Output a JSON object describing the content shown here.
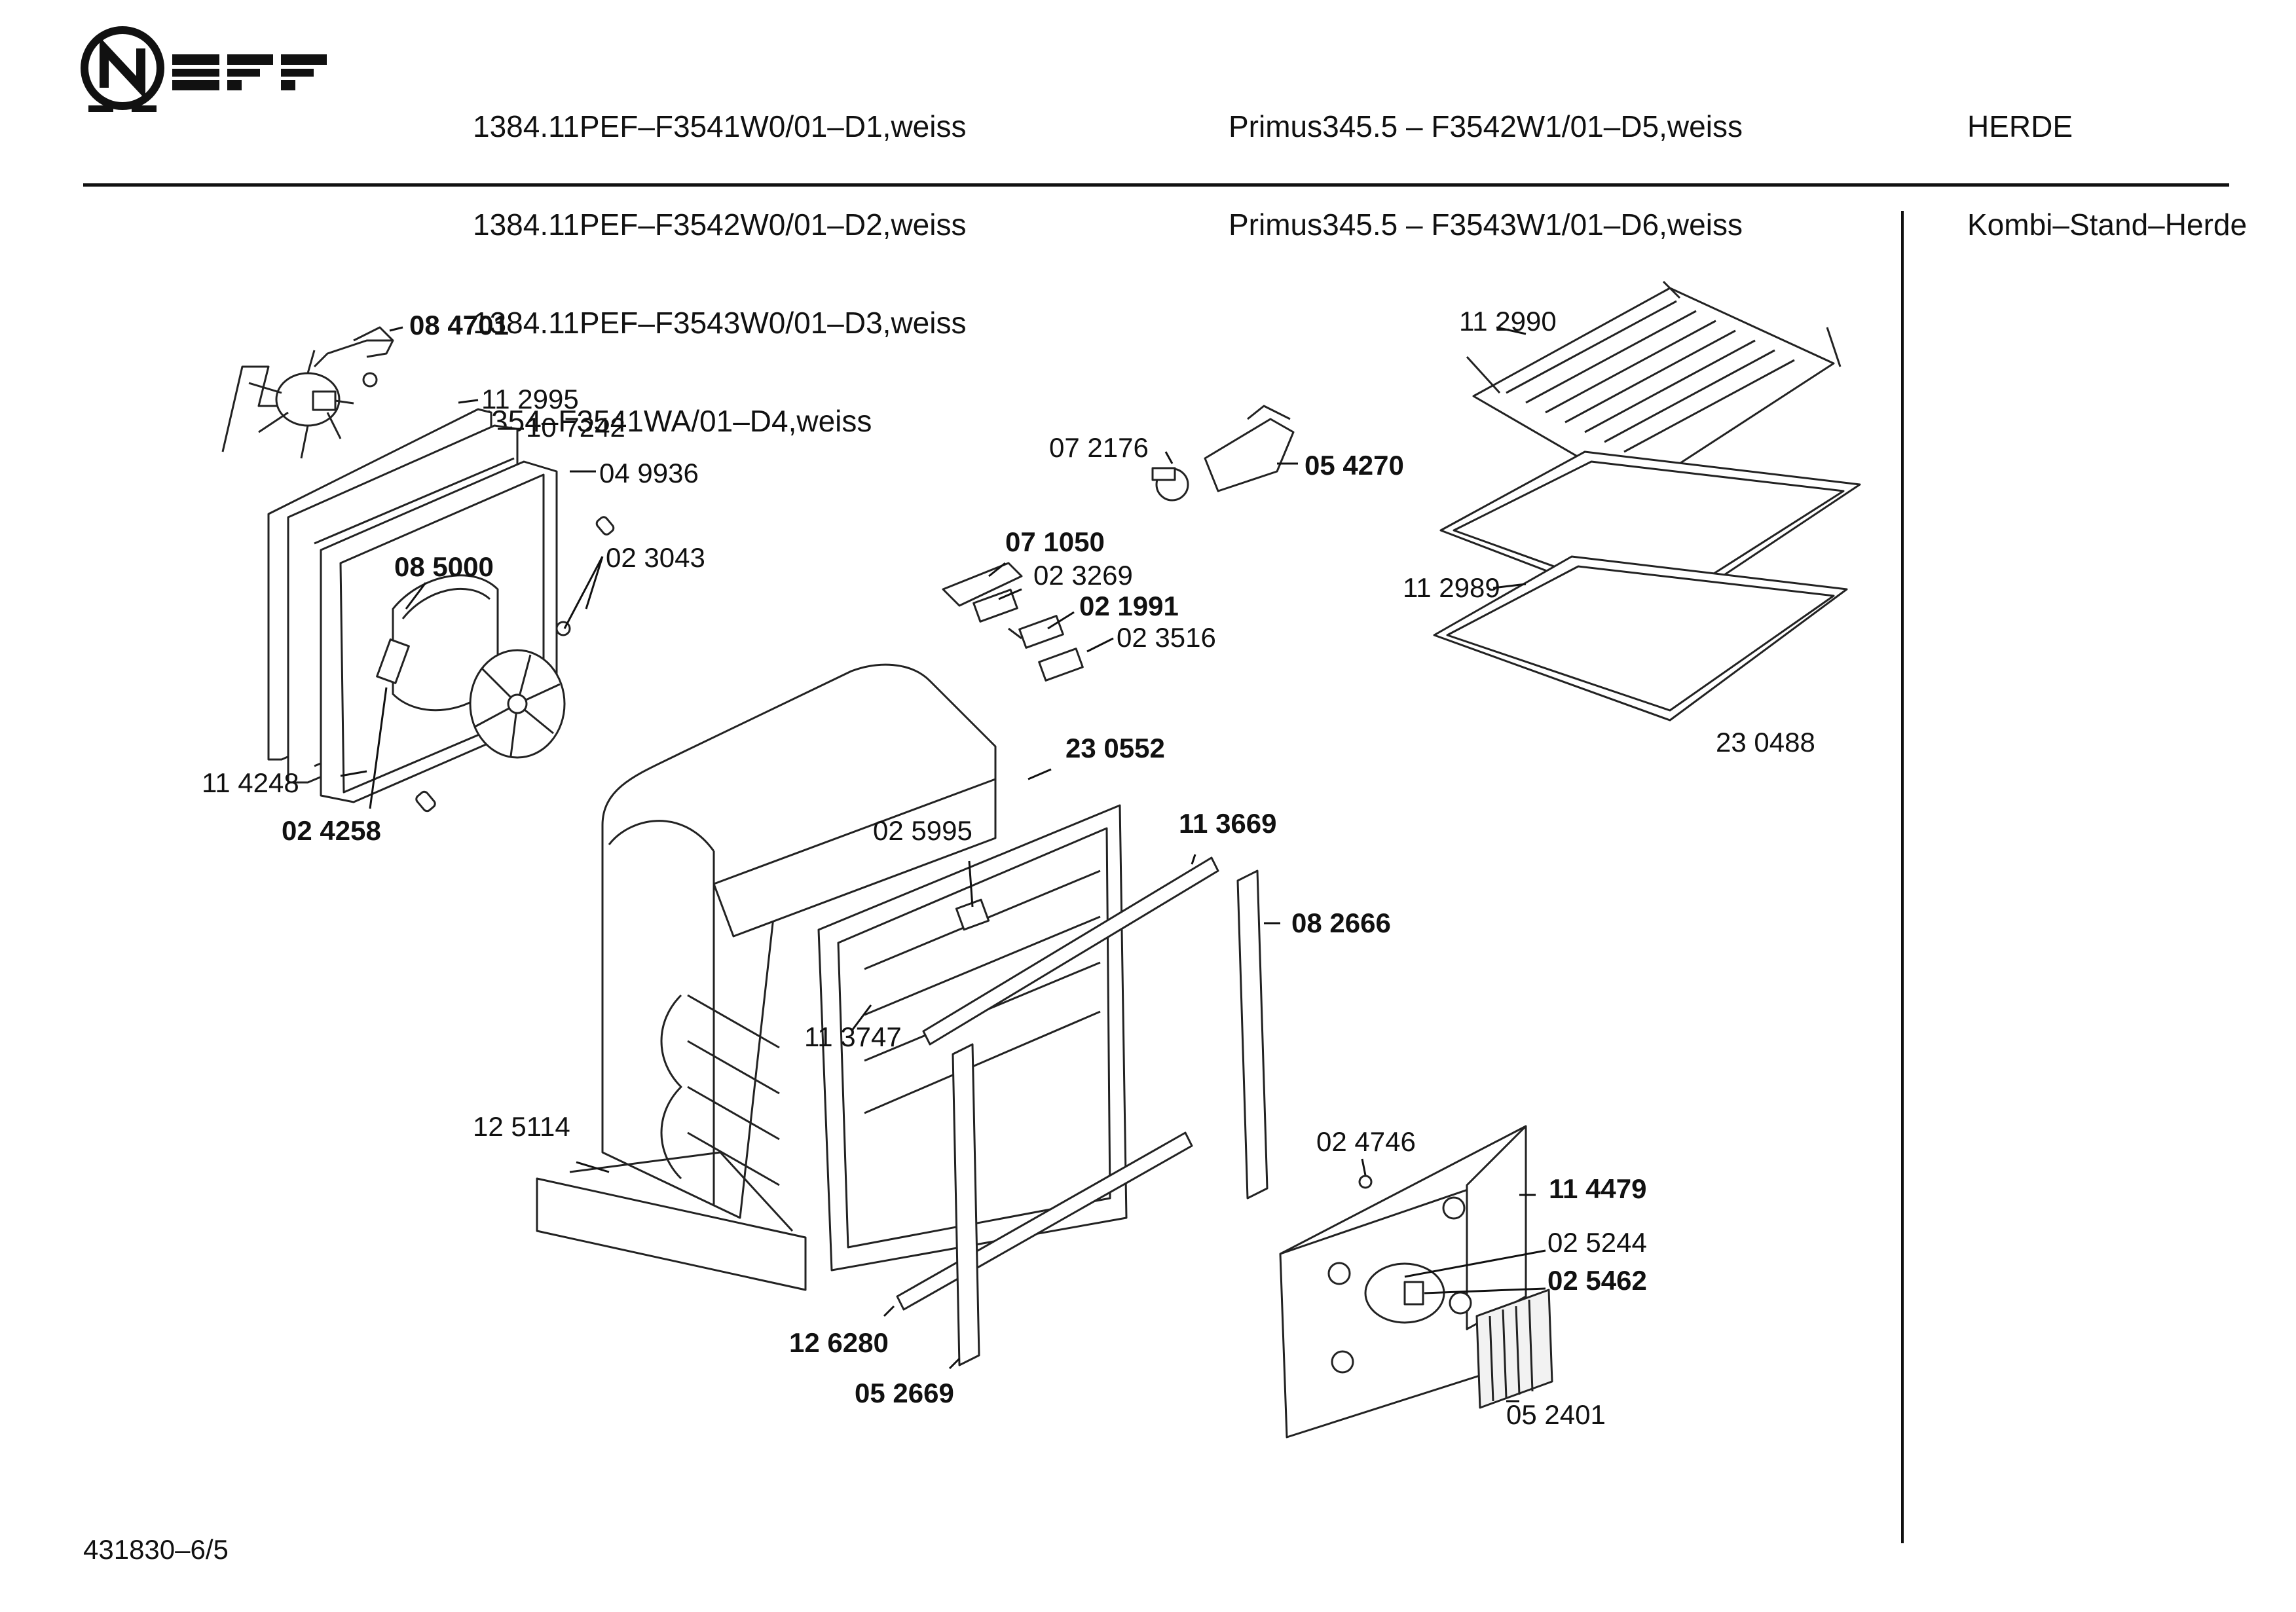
{
  "header": {
    "models_col1": [
      "1384.11PEF–F3541W0/01–D1,weiss",
      "1384.11PEF–F3542W0/01–D2,weiss",
      "1384.11PEF–F3543W0/01–D3,weiss",
      "F354–F3541WA/01–D4,weiss"
    ],
    "models_col2": [
      "Primus345.5 – F3542W1/01–D5,weiss",
      "Primus345.5 – F3543W1/01–D6,weiss"
    ],
    "category": [
      "HERDE",
      "Kombi–Stand–Herde"
    ]
  },
  "logo": {
    "text": "NEFF"
  },
  "part_labels": [
    "08 4701",
    "11 2995",
    "10 7242",
    "04 9936",
    "02 3043",
    "08 5000",
    "11 4248",
    "02 4258",
    "07 2176",
    "05 4270",
    "07 1050",
    "02 3269",
    "02 1991",
    "02 3516",
    "11 2990",
    "11 2989",
    "23 0488",
    "23 0552",
    "02 5995",
    "11 3669",
    "08 2666",
    "11 3747",
    "12 5114",
    "12 6280",
    "05 2669",
    "02 4746",
    "11 4479",
    "02 5244",
    "02 5462",
    "05 2401"
  ],
  "footer": {
    "doc_number": "431830–6/5"
  }
}
